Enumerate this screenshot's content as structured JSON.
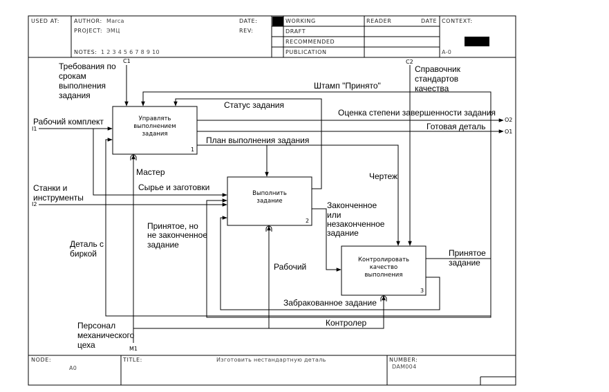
{
  "header": {
    "used_at": "USED AT:",
    "author_label": "AUTHOR:",
    "author_value": "Marca",
    "project_label": "PROJECT:",
    "project_value": "ЭМЦ",
    "date_label": "DATE:",
    "rev_label": "REV:",
    "notes_label": "NOTES:",
    "notes_numbers": "1  2  3  4  5  6  7  8  9  10",
    "working": "WORKING",
    "draft": "DRAFT",
    "recommended": "RECOMMENDED",
    "publication": "PUBLICATION",
    "reader": "READER",
    "reader_date": "DATE",
    "context": "CONTEXT:",
    "context_node": "A-0"
  },
  "footer": {
    "node_label": "NODE:",
    "node_value": "A0",
    "title_label": "TITLE:",
    "title_value": "Изготовить нестандартную деталь",
    "number_label": "NUMBER:",
    "number_value": "DAM004"
  },
  "boxes": [
    {
      "lines": [
        "Управлять",
        "выполнением",
        "задания"
      ],
      "num": "1"
    },
    {
      "lines": [
        "Выполнить",
        "задание"
      ],
      "num": "2"
    },
    {
      "lines": [
        "Контролировать",
        "качество",
        "выполнения"
      ],
      "num": "3"
    }
  ],
  "tunnels": {
    "c1": "C1",
    "c2": "C2",
    "i1": "I1",
    "i2": "I2",
    "o1": "O1",
    "o2": "O2",
    "m1": "M1"
  },
  "labels": {
    "req": [
      "Требования по",
      "срокам",
      "выполнения",
      "задания"
    ],
    "ref": [
      "Справочник",
      "стандартов",
      "качества"
    ],
    "stamp": "Штамп \"Принято\"",
    "status": "Статус задания",
    "quality_est": "Оценка степени завершенности задания",
    "work_kit": "Рабочий комплект",
    "finished_part": "Готовая деталь",
    "plan": "План выполнения задания",
    "master": "Мастер",
    "drawing": "Чертеж",
    "machines": [
      "Станки и",
      "инструменты"
    ],
    "blanks": "Сырье и заготовки",
    "done": [
      "Законченное",
      "или",
      "незаконченное",
      "задание"
    ],
    "accepted_unfinished": [
      "Принятое, но",
      "не законченное",
      "задание"
    ],
    "tagged": [
      "Деталь с",
      "биркой"
    ],
    "worker": "Рабочий",
    "accepted": [
      "Принятое",
      "задание"
    ],
    "rejected": "Забракованное задание",
    "controller": "Контролер",
    "personnel": [
      "Персонал",
      "механического",
      "цеха"
    ]
  }
}
